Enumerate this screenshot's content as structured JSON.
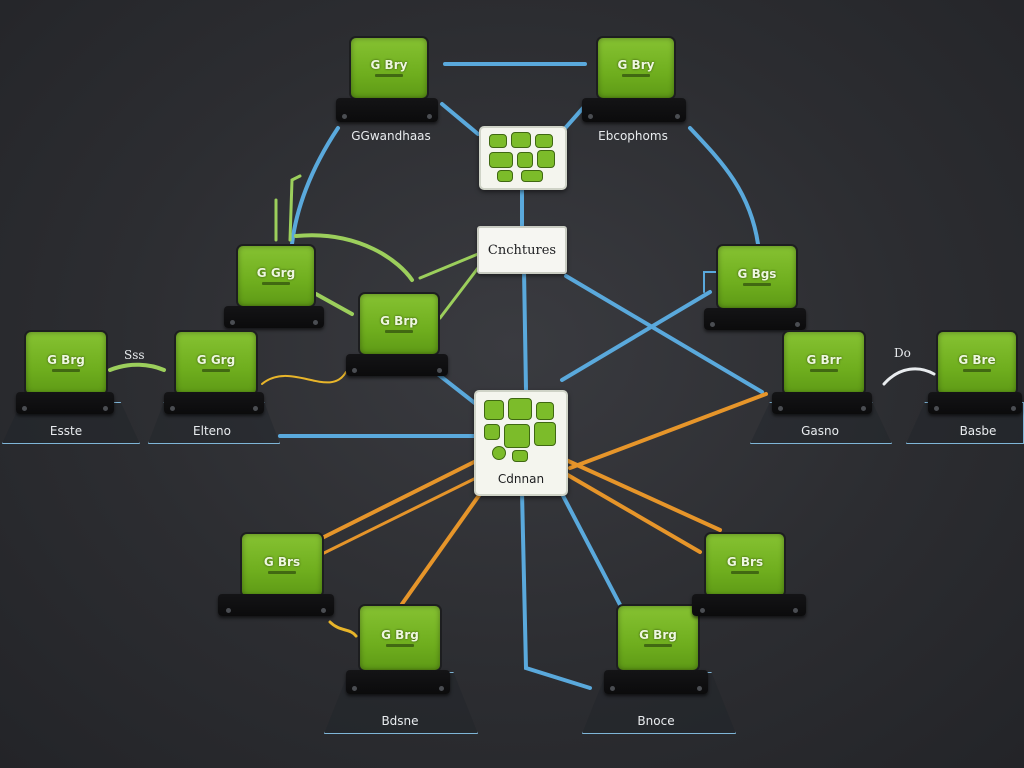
{
  "nodes": [
    {
      "id": "n1",
      "screen": "G Bry",
      "caption": "GGwandhaas"
    },
    {
      "id": "n2",
      "screen": "G Bry",
      "caption": "Ebcophoms"
    },
    {
      "id": "n3",
      "screen": "G Grg",
      "caption": ""
    },
    {
      "id": "n4",
      "screen": "G Brp",
      "caption": ""
    },
    {
      "id": "n5",
      "screen": "G Brg",
      "caption": "Esste"
    },
    {
      "id": "n6",
      "screen": "G Grg",
      "caption": "Elteno"
    },
    {
      "id": "n7",
      "screen": "G Bgs",
      "caption": ""
    },
    {
      "id": "n8",
      "screen": "G Brr",
      "caption": "Gasno"
    },
    {
      "id": "n9",
      "screen": "G Bre",
      "caption": "Basbe"
    },
    {
      "id": "n10",
      "screen": "G Brs",
      "caption": ""
    },
    {
      "id": "n11",
      "screen": "G Brg",
      "caption": "Bdsne"
    },
    {
      "id": "n12",
      "screen": "G Brg",
      "caption": "Bnoce"
    },
    {
      "id": "n13",
      "screen": "G Brs",
      "caption": ""
    }
  ],
  "hubs": {
    "top": {
      "label": ""
    },
    "center": {
      "label": "Cdnnan"
    }
  },
  "tag": {
    "label": "Cnchtures"
  },
  "floating_labels": {
    "left": "Sss",
    "right": "Do"
  },
  "colors": {
    "link_blue": "#5aa9dc",
    "link_green": "#9ccf5c",
    "link_orange": "#e6952a",
    "link_yellow": "#e8b52a",
    "screen_green": "#7cbc2a",
    "background": "#2c2d31"
  }
}
